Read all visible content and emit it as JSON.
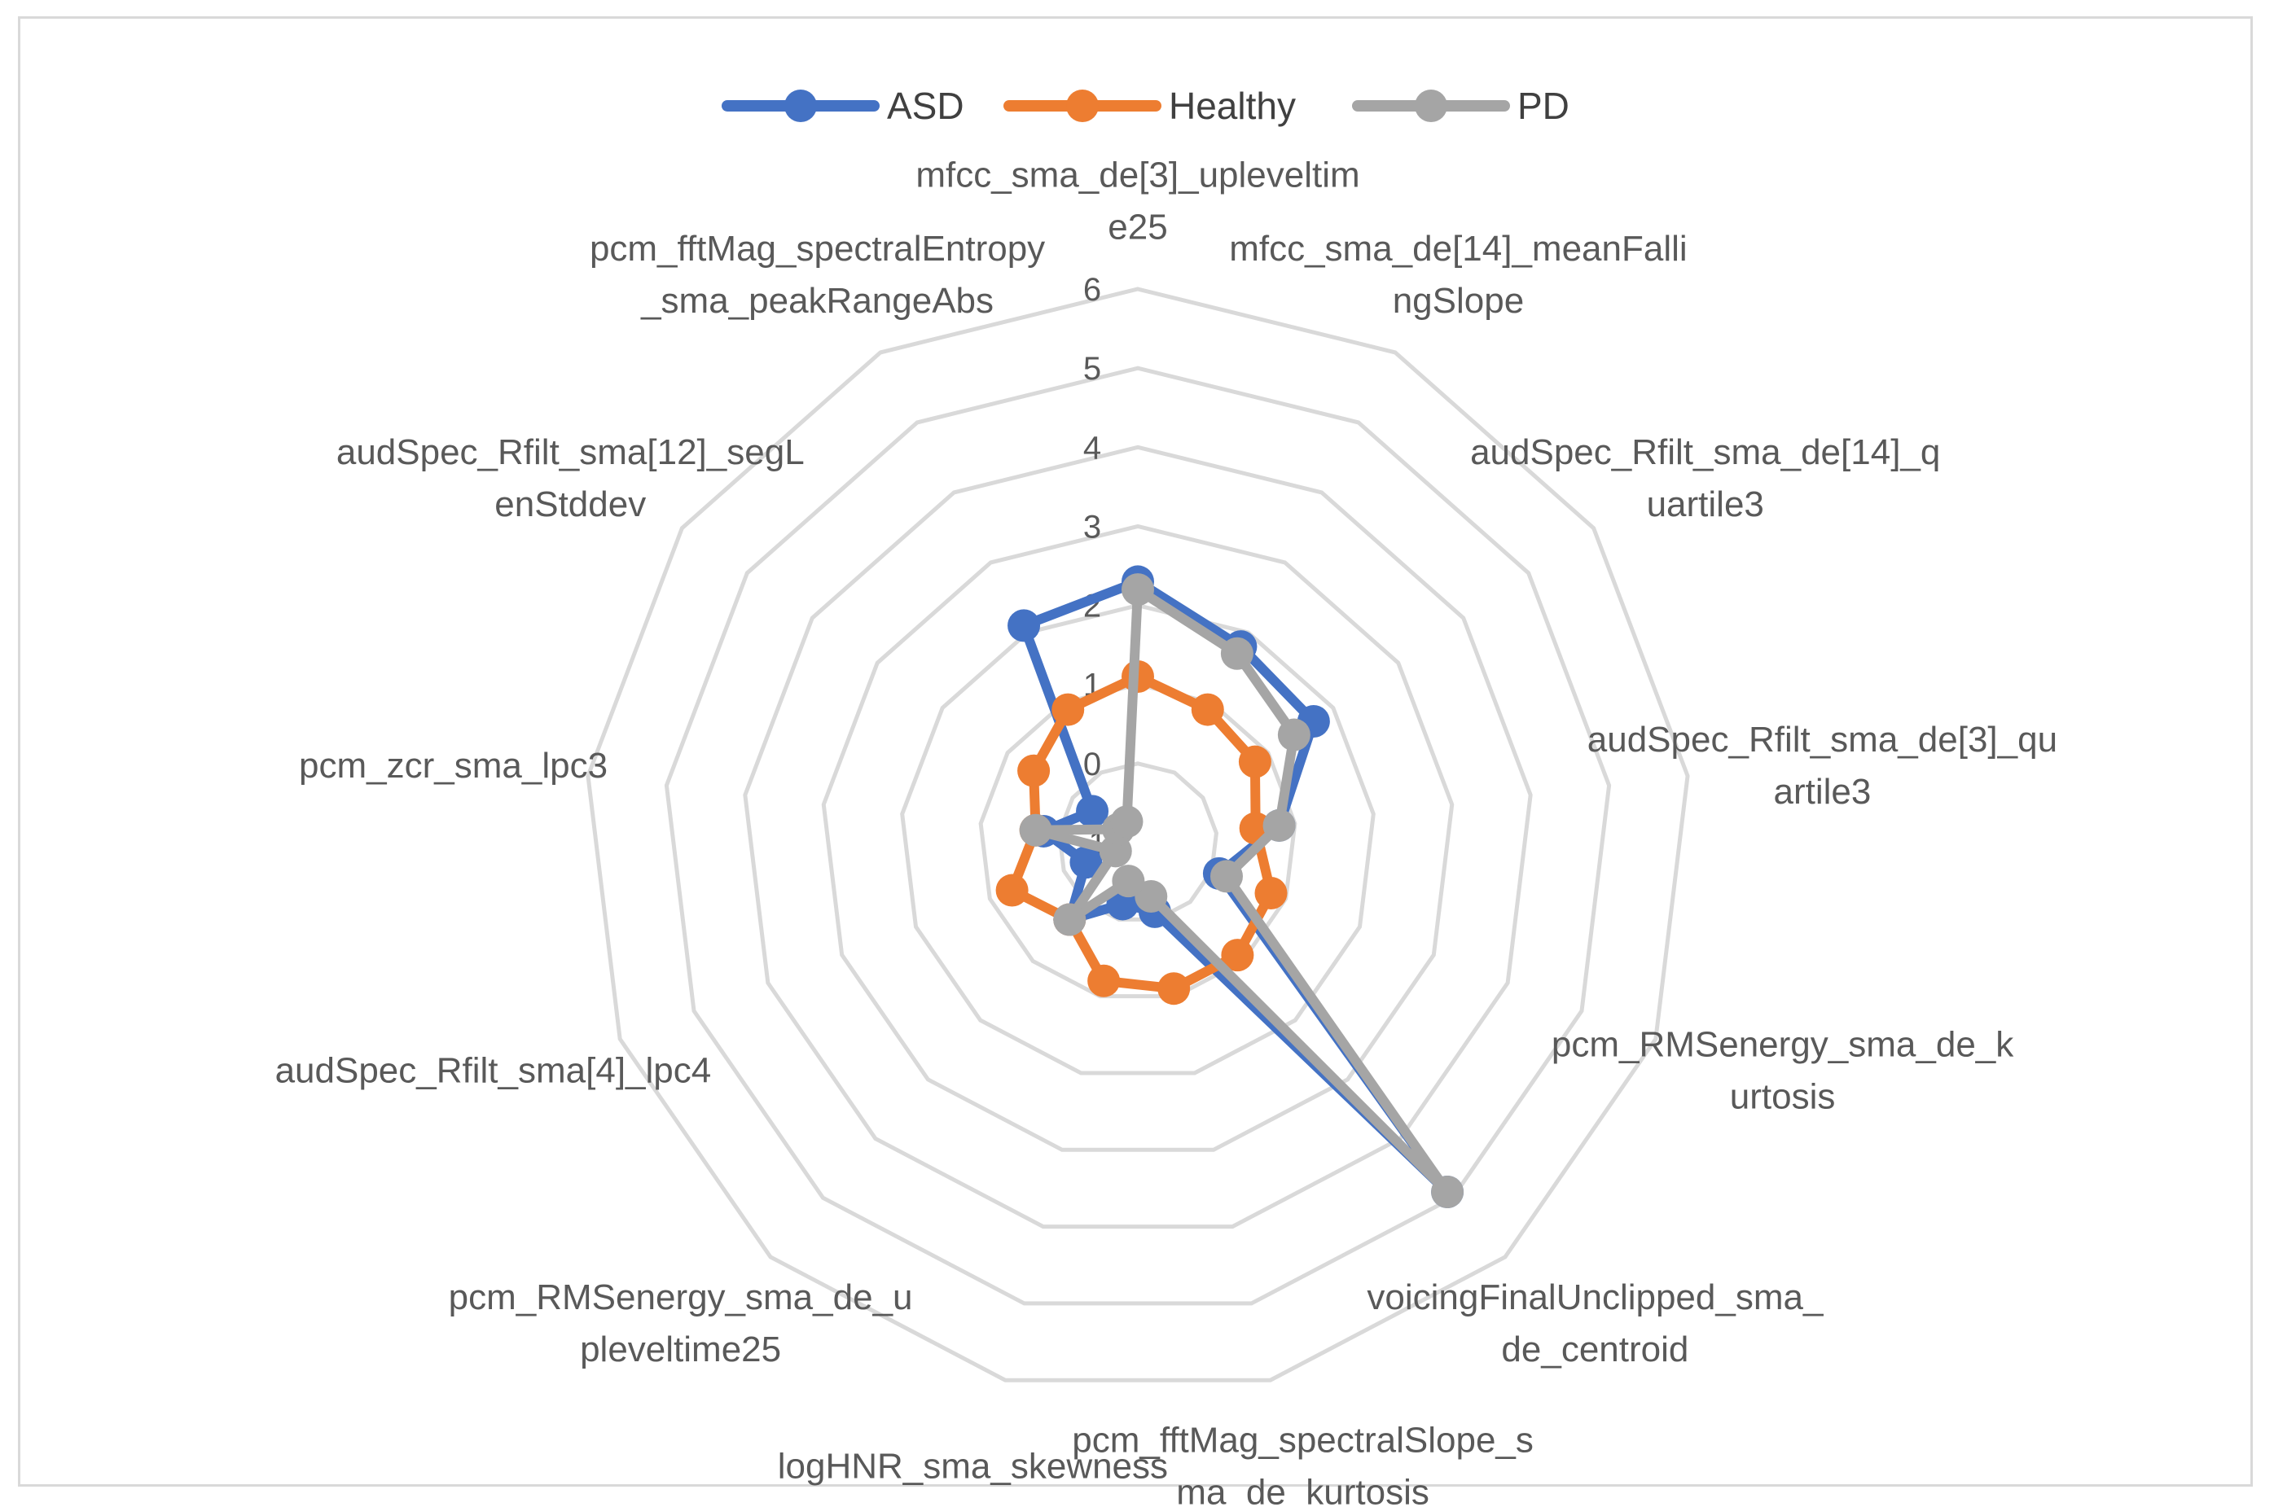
{
  "chart_data": {
    "type": "radar",
    "title": "",
    "axis_labels": [
      [
        "mfcc_sma_de[3]_upleveltim",
        "e25"
      ],
      [
        "mfcc_sma_de[14]_meanFalli",
        "ngSlope"
      ],
      [
        "audSpec_Rfilt_sma_de[14]_q",
        "uartile3"
      ],
      [
        "audSpec_Rfilt_sma_de[3]_qu",
        "artile3"
      ],
      [
        "pcm_RMSenergy_sma_de_k",
        "urtosis"
      ],
      [
        "voicingFinalUnclipped_sma_",
        "de_centroid"
      ],
      [
        "pcm_fftMag_spectralSlope_s",
        "ma_de_kurtosis"
      ],
      [
        "logHNR_sma_skewness"
      ],
      [
        "pcm_RMSenergy_sma_de_u",
        "pleveltime25"
      ],
      [
        "audSpec_Rfilt_sma[4]_lpc4"
      ],
      [
        "pcm_zcr_sma_lpc3"
      ],
      [
        "audSpec_Rfilt_sma[12]_segL",
        "enStddev"
      ],
      [
        "pcm_fftMag_spectralEntropy",
        "_sma_peakRangeAbs"
      ]
    ],
    "r_ticks": [
      "-1",
      "0",
      "1",
      "2",
      "3",
      "4",
      "5",
      "6"
    ],
    "r_range": [
      -1,
      6
    ],
    "grid": true,
    "legend_position": "top-center",
    "series": [
      {
        "name": "ASD",
        "color": "#4472C4",
        "values": [
          2.3,
          1.8,
          1.7,
          0.8,
          0.1,
          4.9,
          -0.1,
          -0.2,
          0.3,
          -0.3,
          0.2,
          -0.3,
          2.1
        ]
      },
      {
        "name": "Healthy",
        "color": "#ED7D31",
        "values": [
          1.1,
          0.9,
          0.8,
          0.5,
          0.8,
          0.9,
          0.9,
          0.8,
          0.3,
          0.7,
          0.3,
          0.6,
          0.9
        ]
      },
      {
        "name": "PD",
        "color": "#A5A5A5",
        "values": [
          2.2,
          1.7,
          1.4,
          0.8,
          0.2,
          4.9,
          -0.3,
          -0.5,
          0.3,
          -0.7,
          0.3,
          -0.7,
          -0.7
        ]
      }
    ]
  }
}
